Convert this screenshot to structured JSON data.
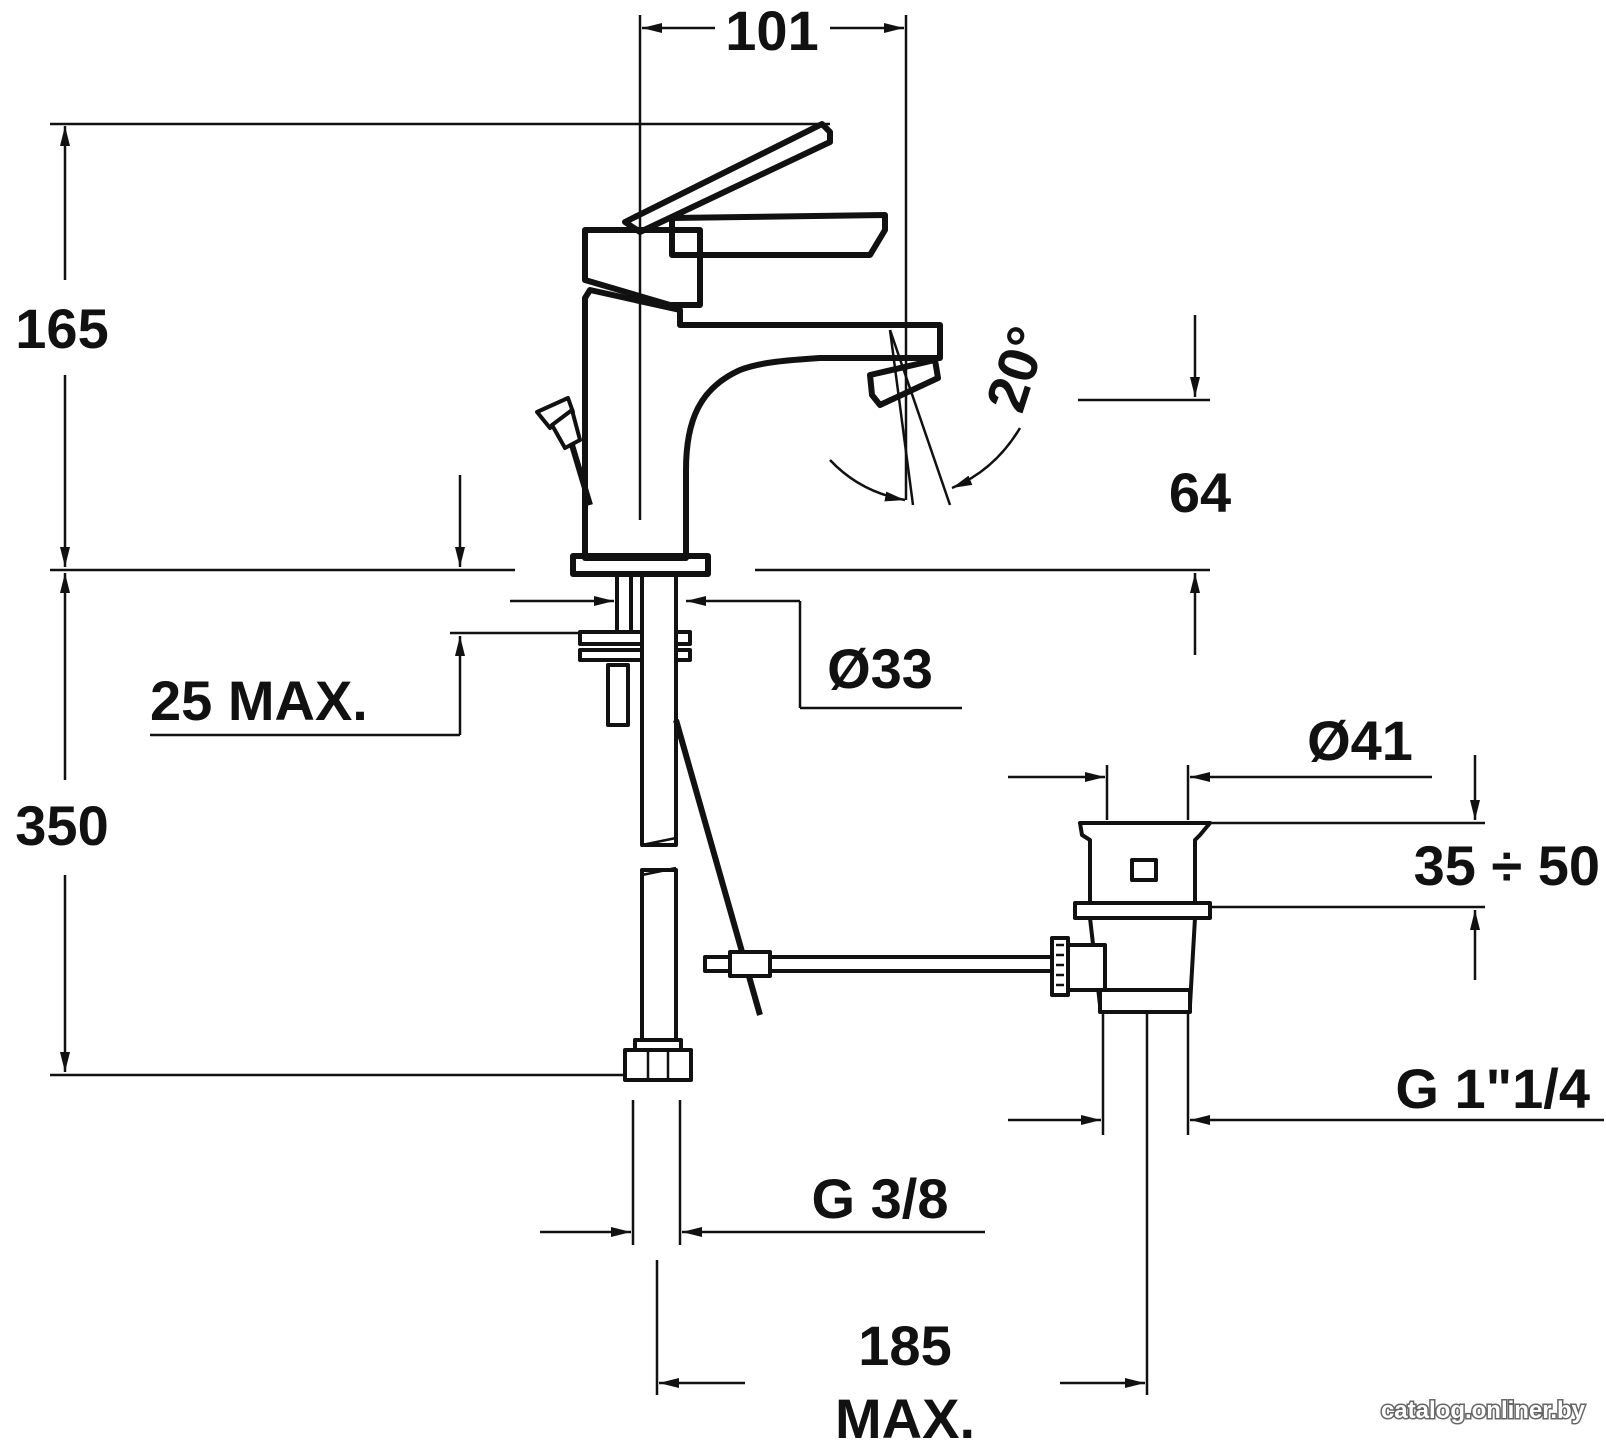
{
  "dimensions": {
    "width_101": "101",
    "height_165": "165",
    "angle_20": "20°",
    "spout_64": "64",
    "dia_33": "Ø33",
    "max_25": "25 MAX.",
    "height_350": "350",
    "dia_41": "Ø41",
    "range_35_50": "35 ÷ 50",
    "thread_g114": "G 1\"1/4",
    "thread_g38": "G 3/8",
    "reach_185": "185",
    "reach_max": "MAX."
  },
  "watermark": "catalog.onliner.by",
  "colors": {
    "line": "#111111",
    "background": "#ffffff"
  }
}
